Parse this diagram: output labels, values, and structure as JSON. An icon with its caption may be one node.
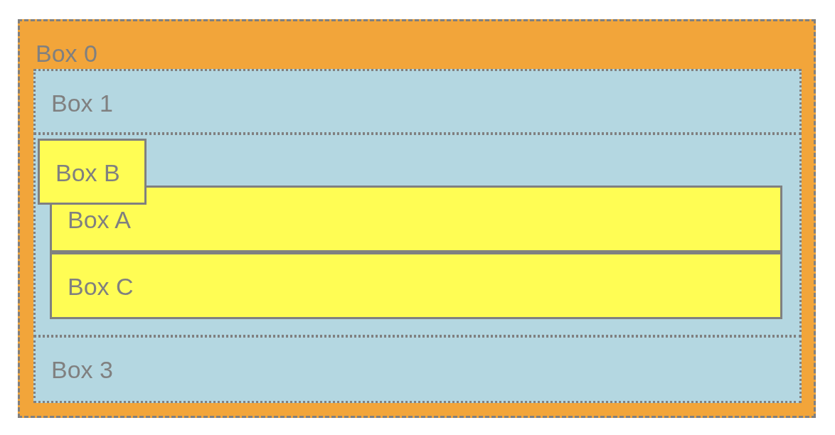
{
  "diagram": {
    "nodes": [
      {
        "text": [
          "Box 0"
        ]
      },
      {
        "text": [
          "Box 1"
        ],
        "in": 0
      },
      {
        "text": [],
        "shape": "box",
        "in": 0
      },
      {
        "text": [
          "Box B"
        ],
        "in": 2
      },
      {
        "text": [
          "Box A"
        ],
        "in": 2
      },
      {
        "text": [
          "Box C"
        ],
        "in": 2
      },
      {
        "text": [
          "Box 3"
        ],
        "in": 0
      }
    ]
  }
}
